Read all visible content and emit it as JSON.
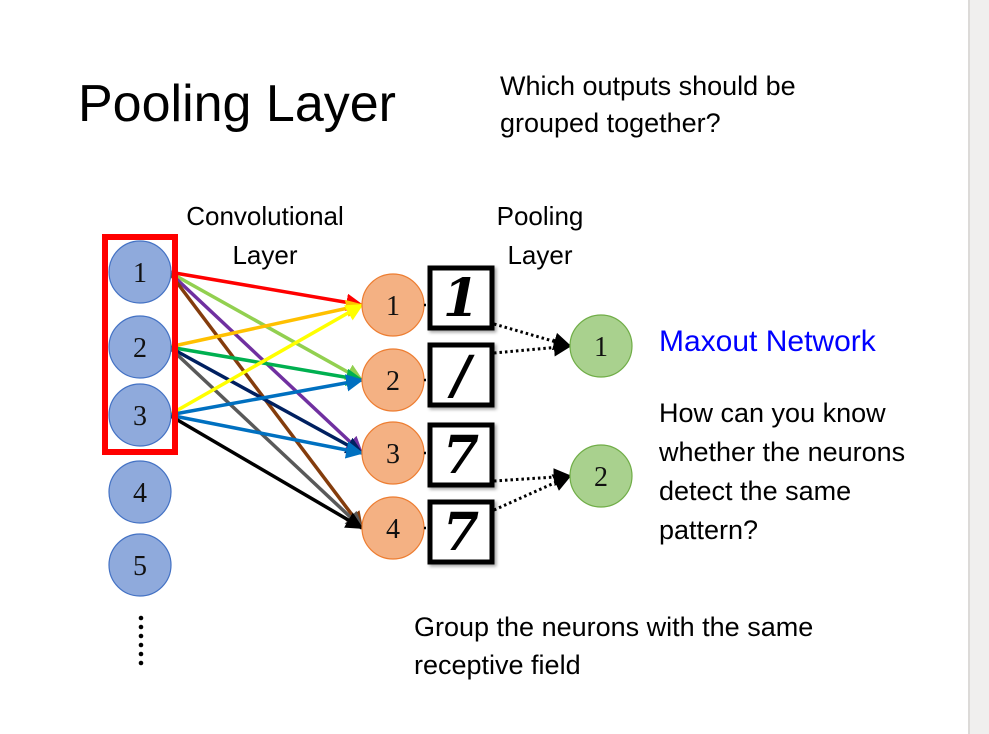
{
  "slide": {
    "title": "Pooling Layer",
    "question_lines": [
      "Which outputs should be",
      "grouped together?"
    ],
    "conv_layer_label_lines": [
      "Convolutional",
      "Layer"
    ],
    "pooling_layer_label_lines": [
      "Pooling",
      "Layer"
    ],
    "maxout_label": "Maxout Network",
    "how_lines": [
      "How can you know",
      "whether the neurons",
      "detect the same",
      "pattern?"
    ],
    "group_lines": [
      "Group the neurons with the same",
      "receptive field"
    ]
  },
  "diagram": {
    "input_nodes": [
      "1",
      "2",
      "3",
      "4",
      "5"
    ],
    "input_ellipsis": "⋮",
    "highlighted_inputs": [
      "1",
      "2",
      "3"
    ],
    "conv_nodes": [
      "1",
      "2",
      "3",
      "4"
    ],
    "conv_digits": [
      "1",
      "/",
      "7",
      "7"
    ],
    "pool_nodes": [
      "1",
      "2"
    ],
    "pool_groups": [
      {
        "pool": "1",
        "from_conv": [
          "1",
          "2"
        ]
      },
      {
        "pool": "2",
        "from_conv": [
          "3",
          "4"
        ]
      }
    ],
    "connections": [
      {
        "from": "1",
        "to": "1",
        "color": "#ff0000"
      },
      {
        "from": "1",
        "to": "2",
        "color": "#92d050"
      },
      {
        "from": "1",
        "to": "3",
        "color": "#7030a0"
      },
      {
        "from": "1",
        "to": "4",
        "color": "#843c0c"
      },
      {
        "from": "2",
        "to": "1",
        "color": "#ffc000"
      },
      {
        "from": "2",
        "to": "2",
        "color": "#00b050"
      },
      {
        "from": "2",
        "to": "3",
        "color": "#002060"
      },
      {
        "from": "2",
        "to": "4",
        "color": "#595959"
      },
      {
        "from": "3",
        "to": "1",
        "color": "#ffff00"
      },
      {
        "from": "3",
        "to": "2",
        "color": "#0070c0"
      },
      {
        "from": "3",
        "to": "3",
        "color": "#0070c0"
      },
      {
        "from": "3",
        "to": "4",
        "color": "#000000"
      }
    ],
    "colors": {
      "input_fill": "#8faadc",
      "input_stroke": "#4472c4",
      "conv_fill": "#f4b183",
      "conv_stroke": "#ed7d31",
      "pool_fill": "#a9d18e",
      "pool_stroke": "#70ad47",
      "highlight_box": "#ff0000",
      "maxout_text": "#0000ff"
    }
  }
}
